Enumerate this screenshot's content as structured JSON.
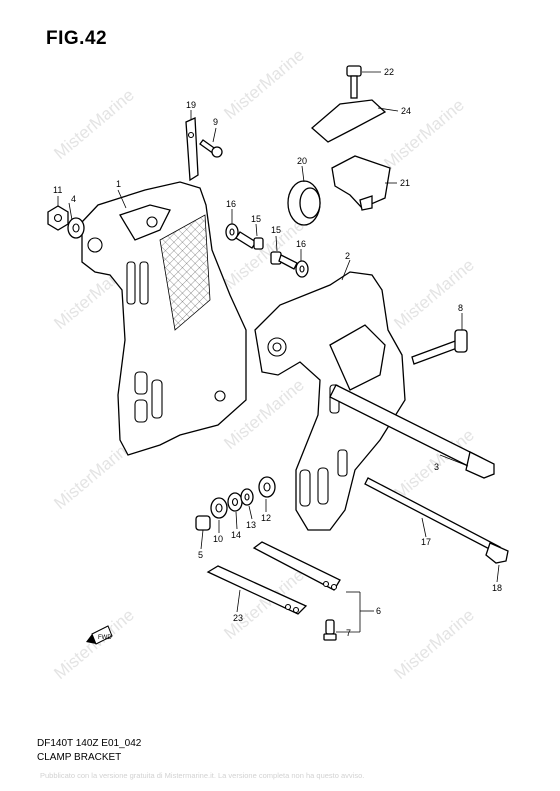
{
  "figure_label": "FIG.42",
  "model_code": "DF140T 140Z E01_042",
  "caption": "CLAMP BRACKET",
  "watermark": "MisterMarine",
  "notice": "Pubblicato con la versione gratuita di Mistermarine.it. La versione completa non ha questo avviso.",
  "direction_label": "FWD",
  "callouts": {
    "c1": "1",
    "c2": "2",
    "c3": "3",
    "c4": "4",
    "c5": "5",
    "c6": "6",
    "c7": "7",
    "c8": "8",
    "c9": "9",
    "c10": "10",
    "c11": "11",
    "c12": "12",
    "c13": "13",
    "c14": "14",
    "c15a": "15",
    "c15b": "15",
    "c16a": "16",
    "c16b": "16",
    "c17": "17",
    "c18": "18",
    "c19": "19",
    "c20": "20",
    "c21": "21",
    "c22": "22",
    "c23": "23",
    "c24": "24"
  }
}
